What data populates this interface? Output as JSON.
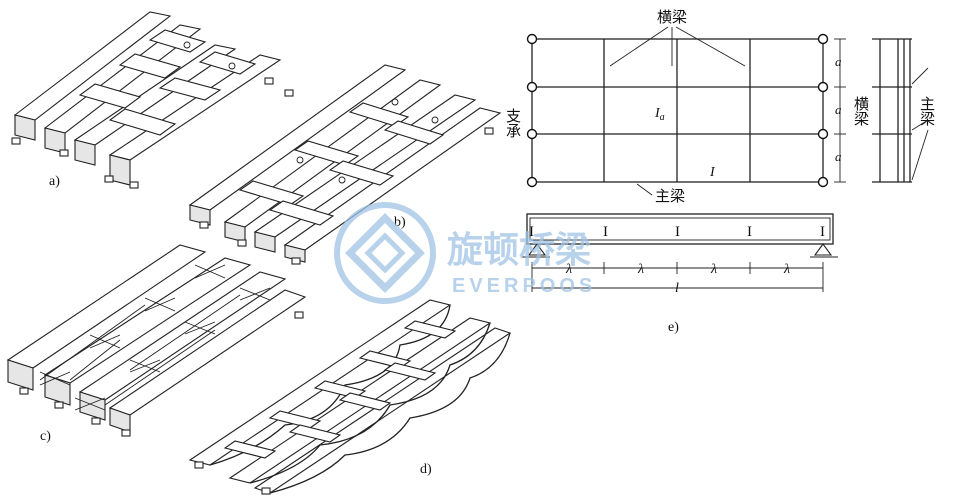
{
  "figures": {
    "a": {
      "label": "a)"
    },
    "b": {
      "label": "b)"
    },
    "c": {
      "label": "c)"
    },
    "d": {
      "label": "d)"
    },
    "e": {
      "label": "e)"
    }
  },
  "plan": {
    "crossbeam_label": "横梁",
    "support_label": "支承",
    "main_girder_label": "主梁",
    "inertia_crossbeam": "I",
    "inertia_crossbeam_sub": "a",
    "inertia_main": "I",
    "spacing_symbol": "a"
  },
  "section": {
    "crossbeam_label": "横梁",
    "main_girder_label": "主梁"
  },
  "elevation": {
    "panel_symbol": "λ",
    "span_symbol": "l"
  },
  "watermark": {
    "cn": "旋顿桥梁",
    "en": "EVERPOOS",
    "color": "#9fc3e4"
  }
}
